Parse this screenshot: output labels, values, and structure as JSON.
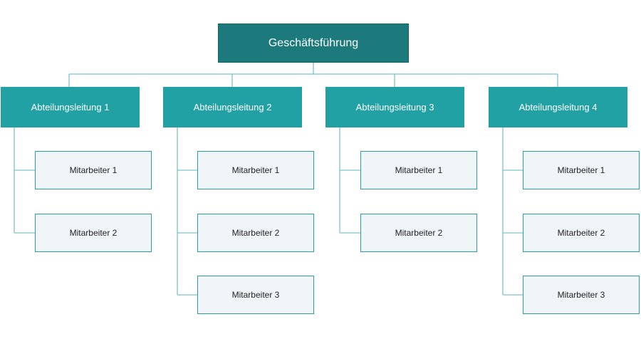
{
  "root": {
    "label": "Geschäftsführung"
  },
  "departments": [
    {
      "label": "Abteilungsleitung 1",
      "employees": [
        "Mitarbeiter 1",
        "Mitarbeiter 2"
      ]
    },
    {
      "label": "Abteilungsleitung 2",
      "employees": [
        "Mitarbeiter 1",
        "Mitarbeiter 2",
        "Mitarbeiter 3"
      ]
    },
    {
      "label": "Abteilungsleitung 3",
      "employees": [
        "Mitarbeiter 1",
        "Mitarbeiter 2"
      ]
    },
    {
      "label": "Abteilungsleitung 4",
      "employees": [
        "Mitarbeiter 1",
        "Mitarbeiter 2",
        "Mitarbeiter 3"
      ]
    }
  ],
  "colors": {
    "root_fill": "#1c7a7c",
    "department_fill": "#22a1a5",
    "employee_fill": "#f0f6f8",
    "employee_border": "#2a9ea3",
    "connector": "#7cc4c7"
  }
}
